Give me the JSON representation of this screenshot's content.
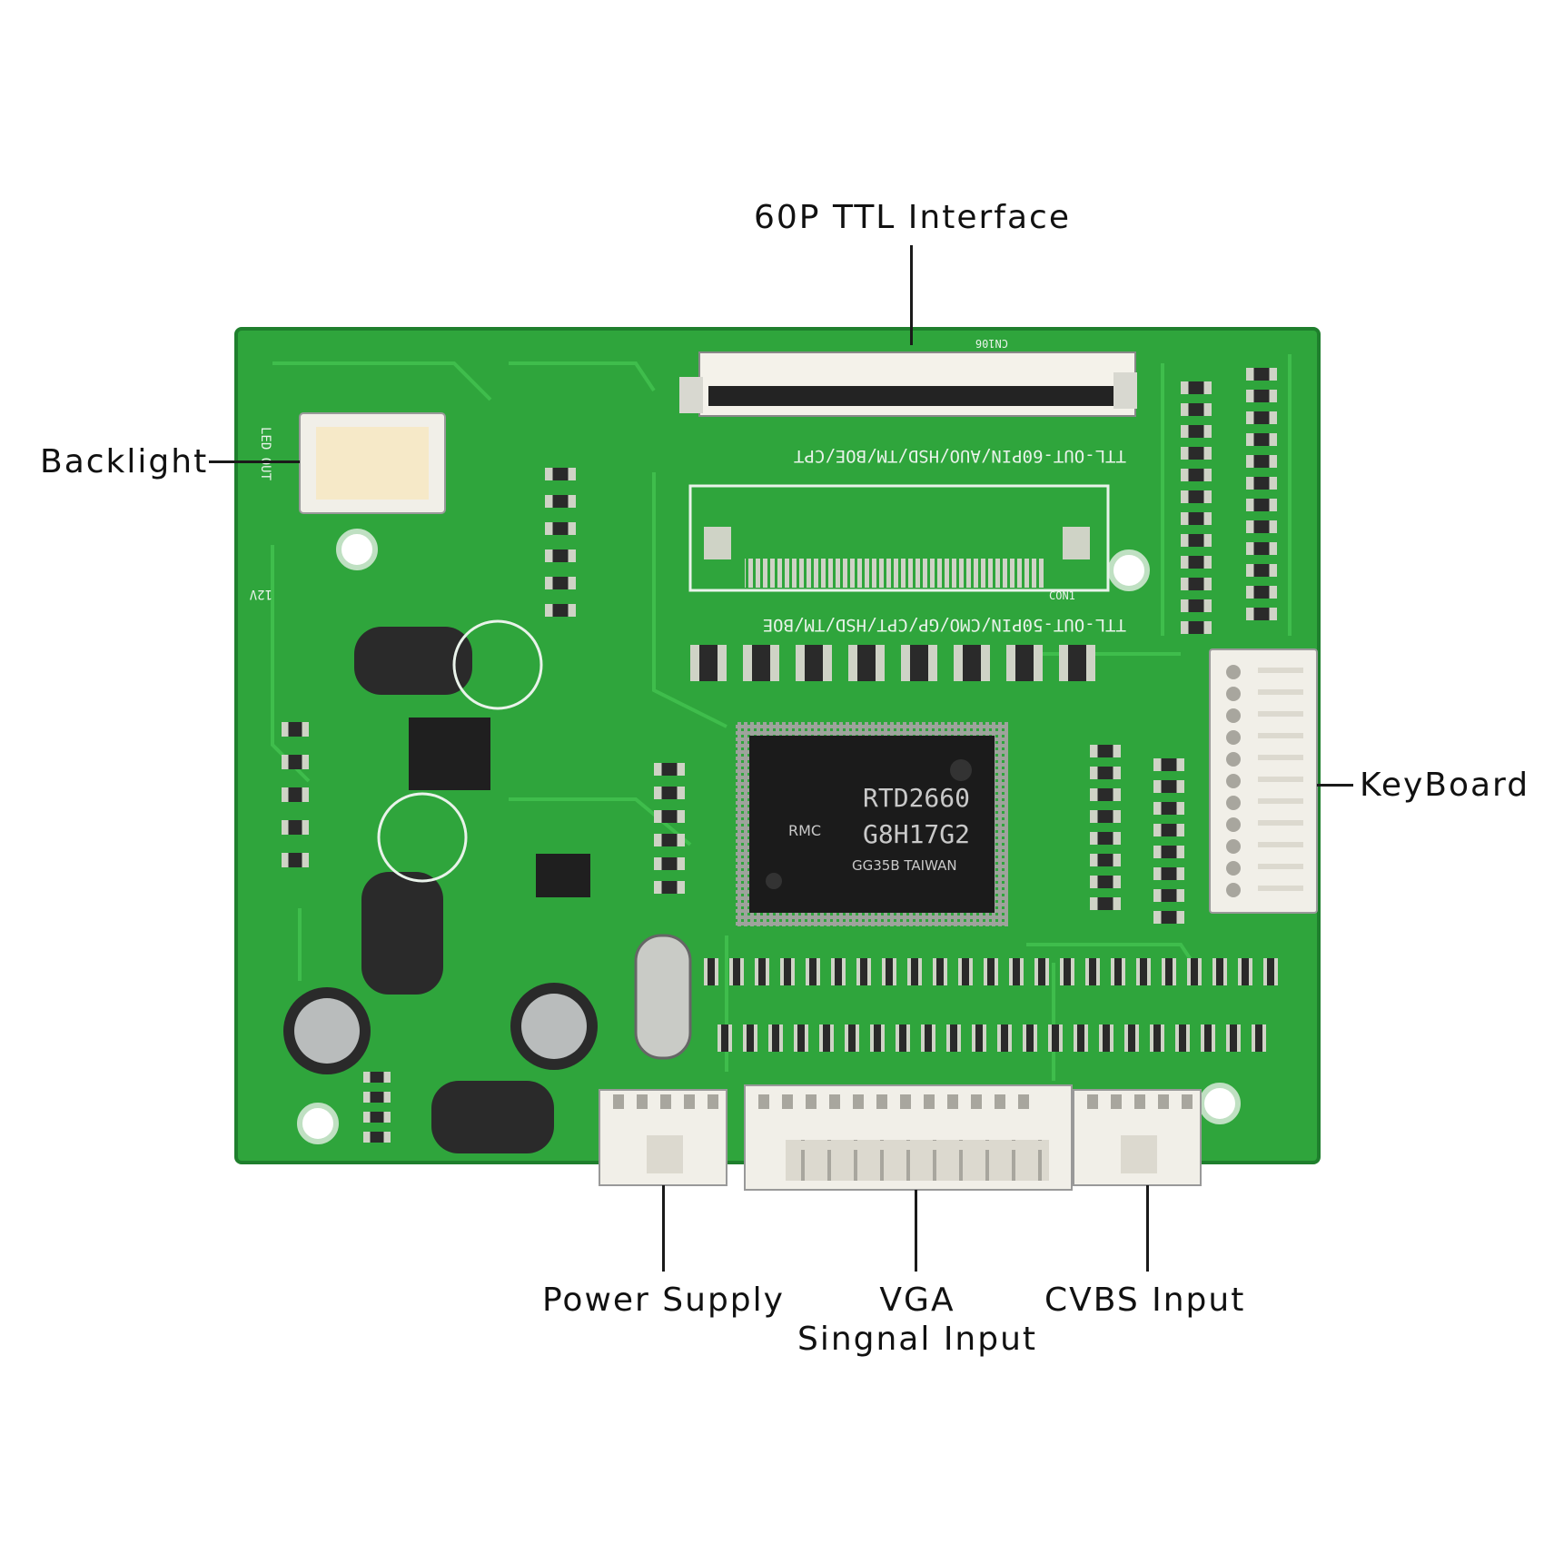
{
  "colors": {
    "background": "#ffffff",
    "pcb": "#2fa53c",
    "pcb_dark": "#1f7f2d",
    "pcb_trace": "#3fbd4c",
    "silk": "#e9f3ea",
    "chip": "#1b1b1b",
    "connector": "#f1efe8",
    "pad": "#cfd3c6"
  },
  "callouts": {
    "ttl": "60P TTL Interface",
    "backlight": "Backlight",
    "keyboard": "KeyBoard",
    "power": "Power Supply",
    "vga_line1": "VGA",
    "vga_line2": "Singnal Input",
    "cvbs": "CVBS Input"
  },
  "board": {
    "silk_top": "TTL-OUT-60PIN/AUO/HSD/TM/BOE/CPT",
    "silk_mid": "TTL-OUT-50PIN/CMO/GP/CPT/HSD/TM/BOE",
    "silk_backlight": "LED OUT",
    "silk_cn": "CN106",
    "silk_cn1": "CON1",
    "silk_12v": "12V",
    "chip_line1": "RTD2660",
    "chip_line2": "G8H17G2",
    "chip_line3": "GG35B TAIWAN",
    "chip_logo": "RMC"
  }
}
